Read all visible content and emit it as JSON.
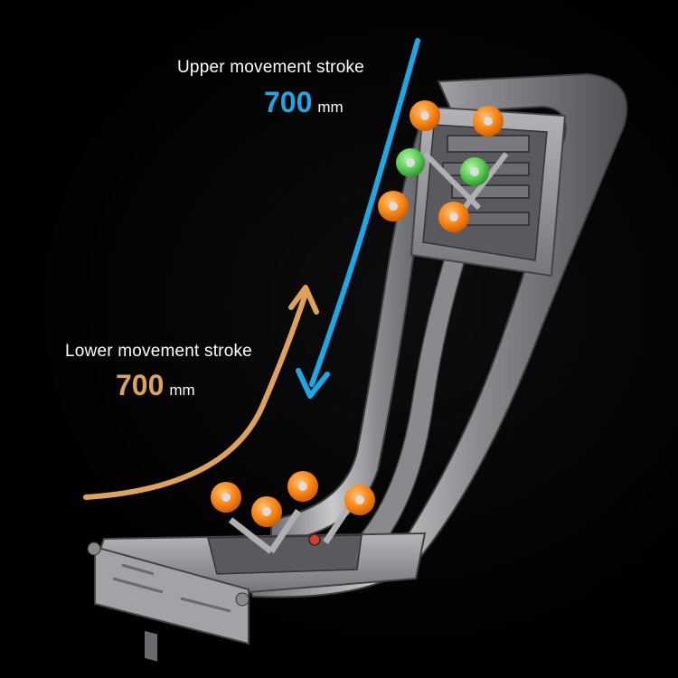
{
  "upper": {
    "title": "Upper movement stroke",
    "value": "700",
    "unit": "mm",
    "color": "#1aa8e6"
  },
  "lower": {
    "title": "Lower movement stroke",
    "value": "700",
    "unit": "mm",
    "color": "#e0a25a"
  },
  "colors": {
    "roller_orange": "#ff8a1a",
    "roller_green": "#5fd35a",
    "metal": "#9a9a9e"
  }
}
